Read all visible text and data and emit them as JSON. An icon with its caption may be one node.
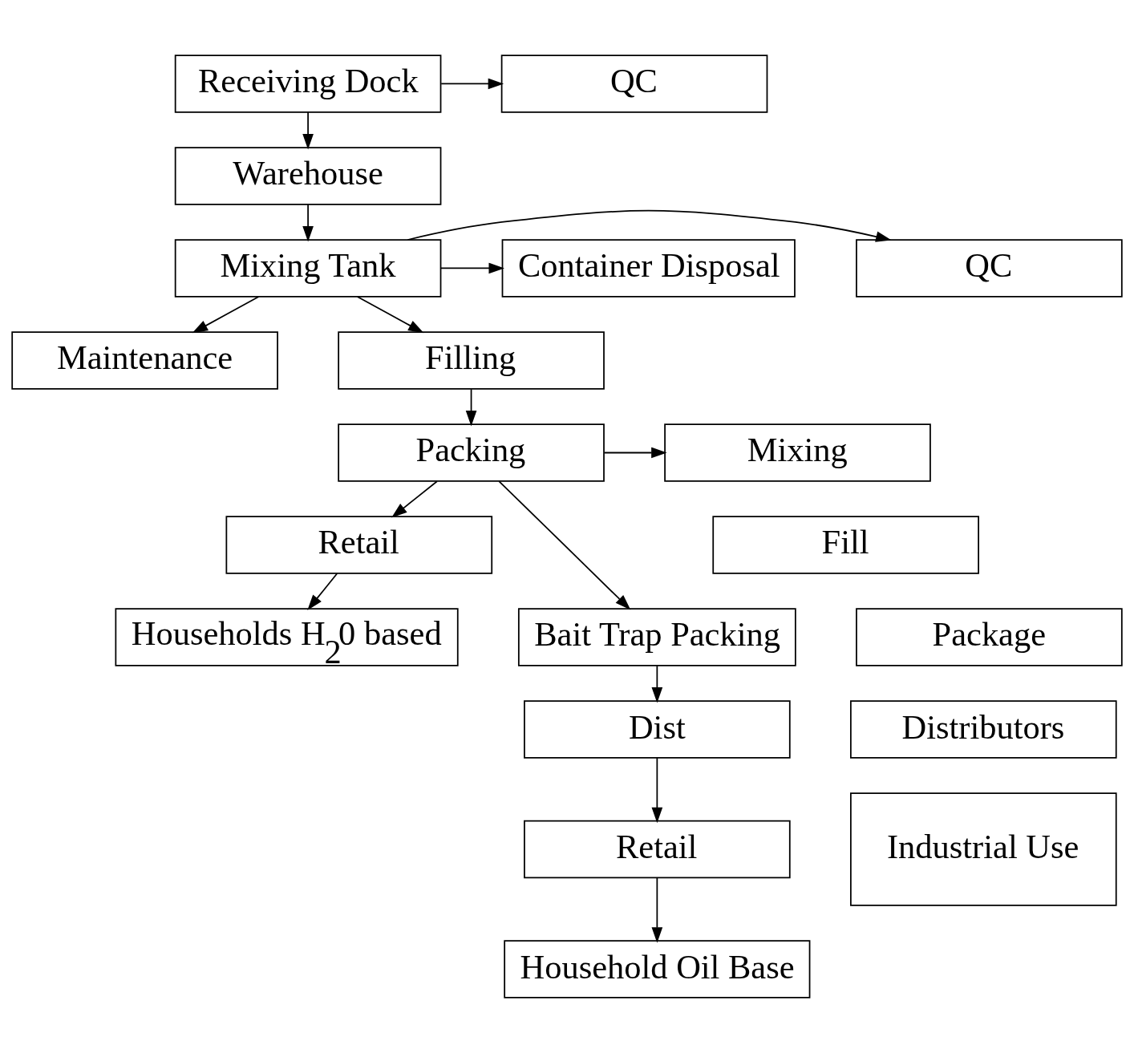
{
  "diagram": {
    "nodes": [
      {
        "text": [
          "QC"
        ]
      },
      {
        "text": [
          "Receiving Dock"
        ]
      },
      {
        "text": [
          "Warehouse"
        ]
      },
      {
        "text": [
          "QC"
        ]
      },
      {
        "text": [
          "Mixing Tank"
        ]
      },
      {
        "text": [
          "Container Disposal"
        ]
      },
      {
        "text": [
          "Maintenance"
        ]
      },
      {
        "text": [
          "Filling"
        ]
      },
      {
        "text": [
          "Mixing"
        ]
      },
      {
        "text": [
          "Packing"
        ]
      },
      {
        "text": [
          "Retail"
        ]
      },
      {
        "text": [
          "Fill"
        ]
      },
      {
        "text": [
          "Households H$_{2}$0 based"
        ]
      },
      {
        "text": [
          "Package"
        ]
      },
      {
        "text": [
          "Bait Trap Packing"
        ]
      },
      {
        "text": [
          "Distributors"
        ]
      },
      {
        "text": [
          "Dist"
        ]
      },
      {
        "text": [
          "Industrial Use"
        ]
      },
      {
        "text": [
          "Retail"
        ]
      },
      {
        "text": [
          "Household Oil Base"
        ]
      }
    ],
    "edges": [
      {
        "from": 1,
        "to": 0,
        "arrow": "to"
      },
      {
        "from": 1,
        "to": 2,
        "arrow": "to"
      },
      {
        "from": 2,
        "to": 4,
        "arrow": "to"
      },
      {
        "from": 4,
        "to": 3,
        "arrow": "to"
      },
      {
        "from": 4,
        "to": 5,
        "arrow": "to"
      },
      {
        "from": 4,
        "to": 6,
        "arrow": "to"
      },
      {
        "from": 4,
        "to": 7,
        "arrow": "to"
      },
      {
        "from": 7,
        "to": 9,
        "arrow": "to"
      },
      {
        "from": 9,
        "to": 8,
        "arrow": "to"
      },
      {
        "from": 9,
        "to": 10,
        "arrow": "to"
      },
      {
        "from": 10,
        "to": 12,
        "arrow": "to"
      },
      {
        "from": 9,
        "to": 14,
        "arrow": "to"
      },
      {
        "from": 14,
        "to": 16,
        "arrow": "to"
      },
      {
        "from": 16,
        "to": 18,
        "arrow": "to"
      },
      {
        "from": 18,
        "to": 19,
        "arrow": "to"
      }
    ]
  }
}
